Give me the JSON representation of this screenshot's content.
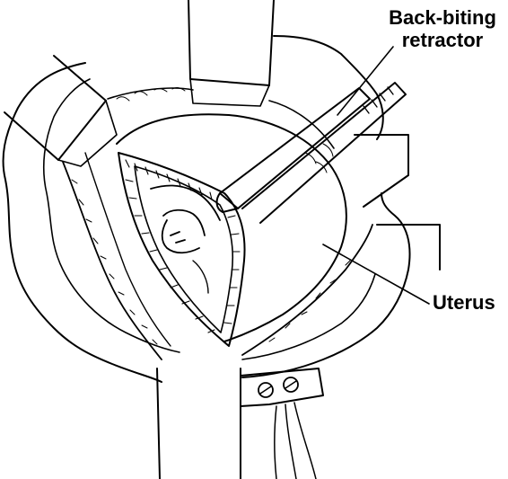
{
  "labels": {
    "retractor_line1": "Back-biting",
    "retractor_line2": "retractor",
    "uterus": "Uterus"
  },
  "colors": {
    "ink": "#000000",
    "paper": "#ffffff"
  }
}
